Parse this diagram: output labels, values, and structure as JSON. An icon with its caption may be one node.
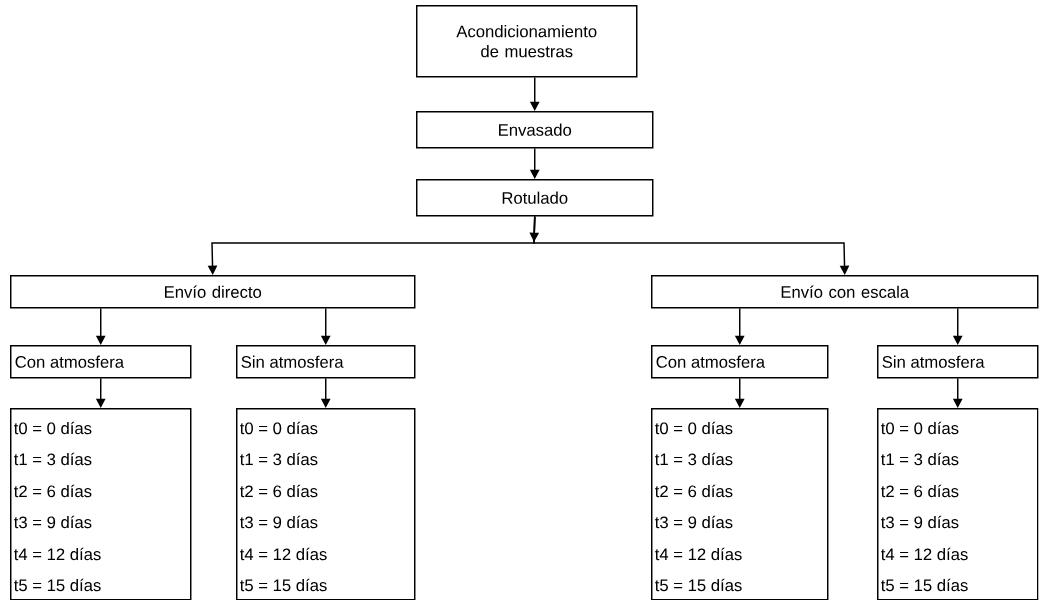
{
  "diagram": {
    "nodes": [
      {
        "text": [
          "Acondicionamiento de muestras"
        ]
      },
      {
        "text": [
          "Envasado"
        ]
      },
      {
        "text": [
          "Rotulado"
        ]
      },
      {
        "text": [
          "Envío directo"
        ]
      },
      {
        "text": [
          "Envío con escala"
        ]
      },
      {
        "text": [
          "Con atmosfera"
        ]
      },
      {
        "text": [
          "Sin atmosfera"
        ]
      },
      {
        "text": [
          "t0 = 0 días",
          "t1 = 3 días",
          "t2 = 6 días",
          "t3 = 9 días",
          "t4 = 12 días",
          "t5 = 15 días"
        ]
      },
      {
        "text": [
          "t0 = 0 días",
          "t1 = 3 días",
          "t2 = 6 días",
          "t3 = 9 días",
          "t4 = 12 días",
          "t5 = 15 días"
        ]
      },
      {
        "text": [
          "Con atmosfera"
        ]
      },
      {
        "text": [
          "Sin atmosfera"
        ]
      },
      {
        "text": [
          "t0 = 0 días",
          "t1 = 3 días",
          "t2 = 6 días",
          "t3 = 9 días",
          "t4 = 12 días",
          "t5 = 15 días"
        ]
      },
      {
        "text": [
          "t0 = 0 días",
          "t1 = 3 días",
          "t2 = 6 días",
          "t3 = 9 días",
          "t4 = 12 días",
          "t5 = 15 días"
        ]
      }
    ],
    "edges": [
      {
        "from": 0,
        "to": 1,
        "arrow": "to"
      },
      {
        "from": 1,
        "to": 2,
        "arrow": "to"
      },
      {
        "from": 2,
        "to": 3,
        "arrow": "to"
      },
      {
        "from": 2,
        "to": 4,
        "arrow": "to"
      },
      {
        "from": 3,
        "to": 5,
        "arrow": "to"
      },
      {
        "from": 3,
        "to": 6,
        "arrow": "to"
      },
      {
        "from": 4,
        "to": 9,
        "arrow": "to"
      },
      {
        "from": 4,
        "to": 10,
        "arrow": "to"
      },
      {
        "from": 5,
        "to": 7,
        "arrow": "to"
      },
      {
        "from": 6,
        "to": 8,
        "arrow": "to"
      },
      {
        "from": 9,
        "to": 11,
        "arrow": "to"
      },
      {
        "from": 10,
        "to": 12,
        "arrow": "to"
      }
    ]
  }
}
